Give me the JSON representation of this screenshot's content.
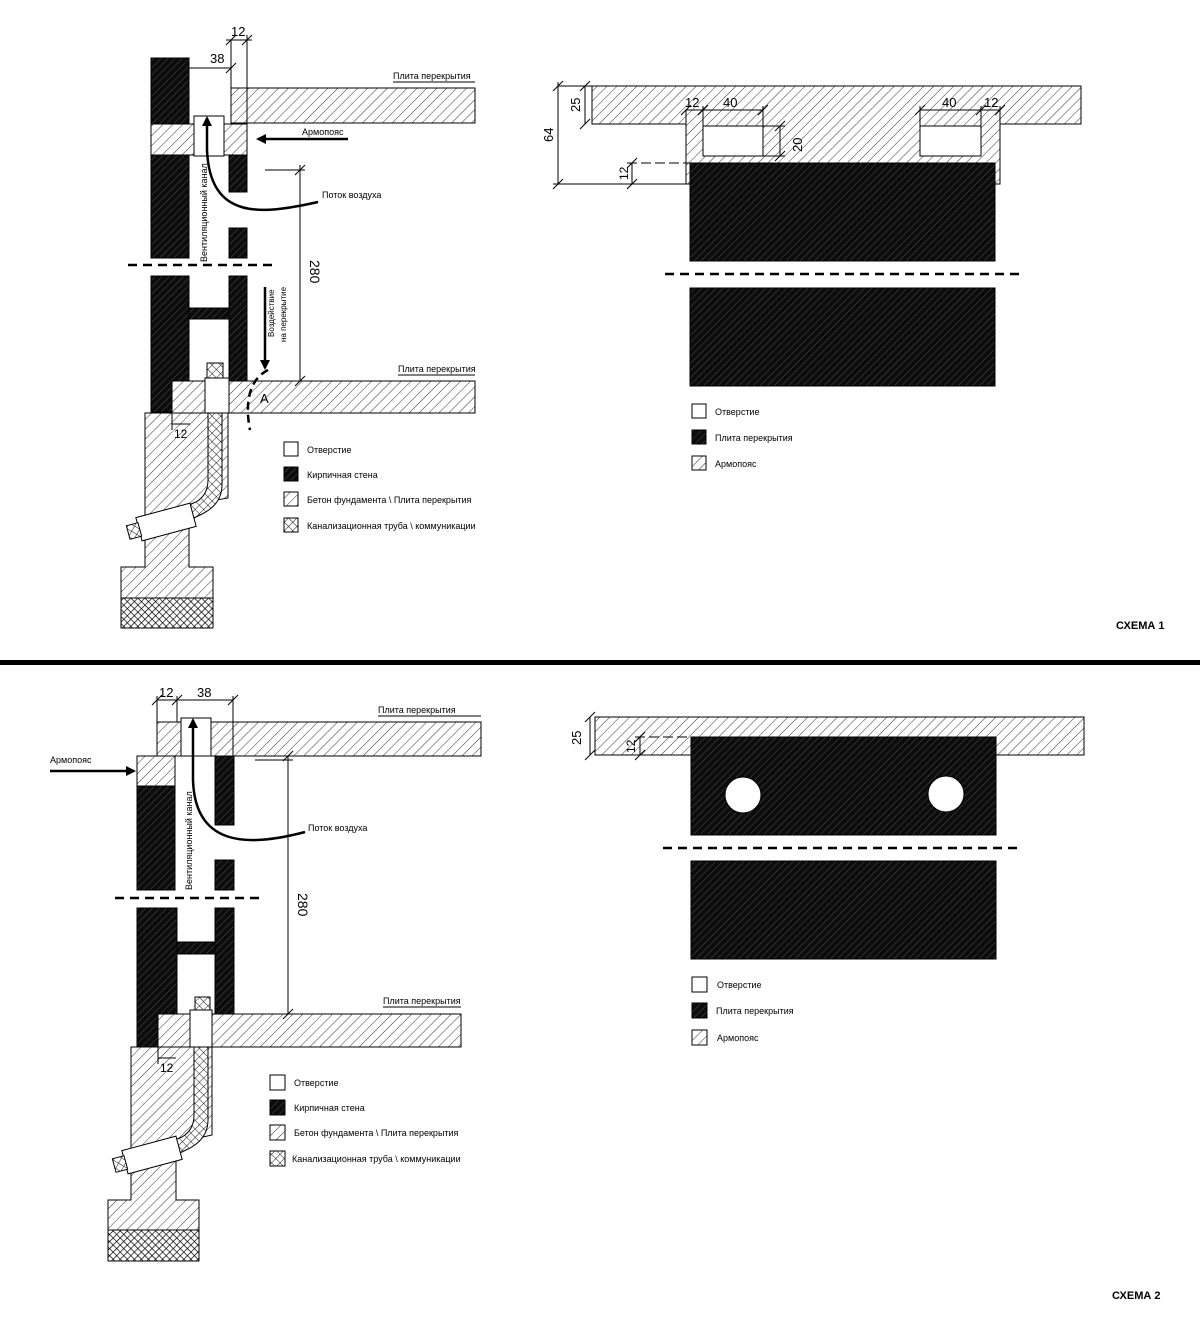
{
  "scheme1": {
    "title": "СХЕМА 1",
    "section": {
      "dim_left": "38",
      "dim_right": "12",
      "dim_height": "280",
      "dim_bottom": "12",
      "slab_top_label": "Плита перекрытия",
      "slab_bottom_label": "Плита перекрытия",
      "armopoyas_label": "Армопояс",
      "airflow_label": "Поток воздуха",
      "channel_label": "Вентиляционный канал",
      "impact_label_1": "Воздействие",
      "impact_label_2": "на перекрытие",
      "marker": "А"
    },
    "legend_left": [
      {
        "pattern": "hole",
        "label": "Отверстие"
      },
      {
        "pattern": "dark",
        "label": "Кирпичная стена"
      },
      {
        "pattern": "hatch",
        "label": "Бетон фундамента \\  Плита перекрытия"
      },
      {
        "pattern": "cross",
        "label": "Канализационная труба \\ коммуникации"
      }
    ],
    "plan": {
      "dim_25": "25",
      "dim_64": "64",
      "dim_12_left": "12",
      "dim_40_left": "40",
      "dim_20": "20",
      "dim_12_side": "12",
      "dim_40_right": "40",
      "dim_12_right": "12"
    },
    "legend_right": [
      {
        "pattern": "hole",
        "label": "Отверстие"
      },
      {
        "pattern": "dark",
        "label": "Плита перекрытия"
      },
      {
        "pattern": "hatch",
        "label": "Армопояс"
      }
    ]
  },
  "scheme2": {
    "title": "СХЕМА 2",
    "section": {
      "dim_left": "12",
      "dim_right": "38",
      "dim_height": "280",
      "dim_bottom": "12",
      "slab_top_label": "Плита перекрытия",
      "slab_bottom_label": "Плита перекрытия",
      "armopoyas_label": "Армопояс",
      "airflow_label": "Поток воздуха",
      "channel_label": "Вентиляционный канал"
    },
    "legend_left": [
      {
        "pattern": "hole",
        "label": "Отверстие"
      },
      {
        "pattern": "dark",
        "label": "Кирпичная стена"
      },
      {
        "pattern": "hatch",
        "label": "Бетон фундамента \\  Плита перекрытия"
      },
      {
        "pattern": "cross",
        "label": "Канализационная труба \\ коммуникации"
      }
    ],
    "plan": {
      "dim_25": "25",
      "dim_12": "12"
    },
    "legend_right": [
      {
        "pattern": "hole",
        "label": "Отверстие"
      },
      {
        "pattern": "dark",
        "label": "Плита перекрытия"
      },
      {
        "pattern": "hatch",
        "label": "Армопояс"
      }
    ]
  }
}
